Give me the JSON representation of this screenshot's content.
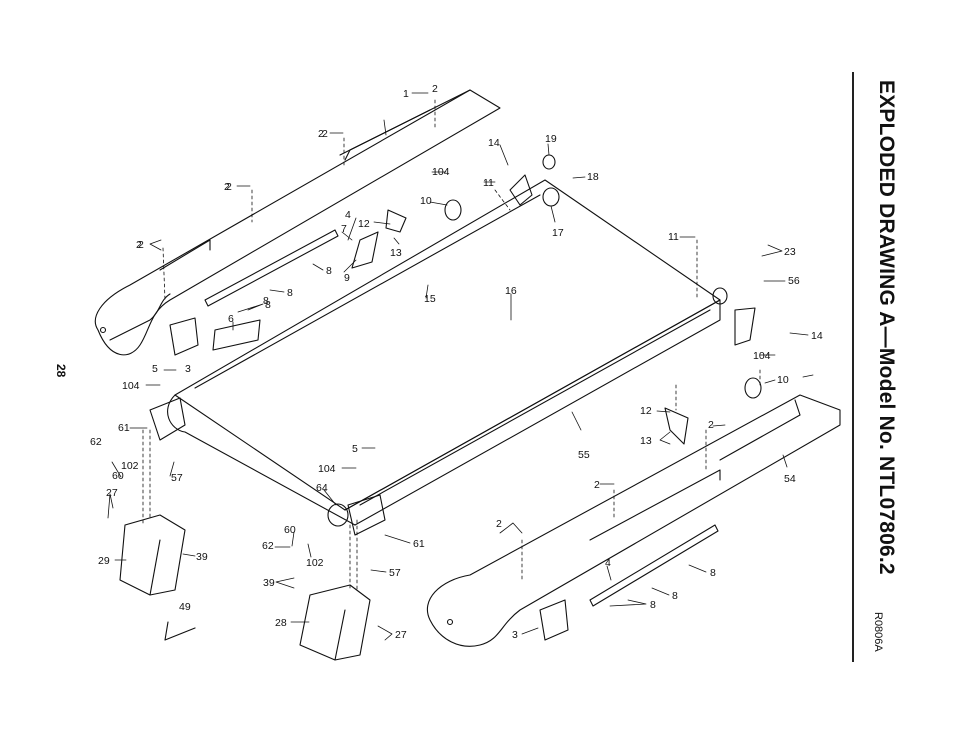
{
  "title": "EXPLODED DRAWING A—Model No. NTL07806.2",
  "page_number": "28",
  "drawing_code": "R0806A",
  "colors": {
    "ink": "#111111",
    "background": "#ffffff"
  },
  "callouts": [
    "1",
    "2",
    "2",
    "2",
    "2",
    "2",
    "2",
    "2",
    "2",
    "2",
    "2",
    "3",
    "3",
    "4",
    "4",
    "5",
    "5",
    "6",
    "7",
    "8",
    "8",
    "8",
    "8",
    "8",
    "8",
    "8",
    "9",
    "10",
    "10",
    "11",
    "11",
    "12",
    "12",
    "13",
    "13",
    "14",
    "14",
    "15",
    "16",
    "17",
    "18",
    "19",
    "23",
    "27",
    "27",
    "28",
    "29",
    "39",
    "39",
    "49",
    "54",
    "55",
    "56",
    "57",
    "57",
    "60",
    "60",
    "61",
    "61",
    "62",
    "62",
    "64",
    "102",
    "102",
    "104",
    "104",
    "104",
    "104"
  ]
}
